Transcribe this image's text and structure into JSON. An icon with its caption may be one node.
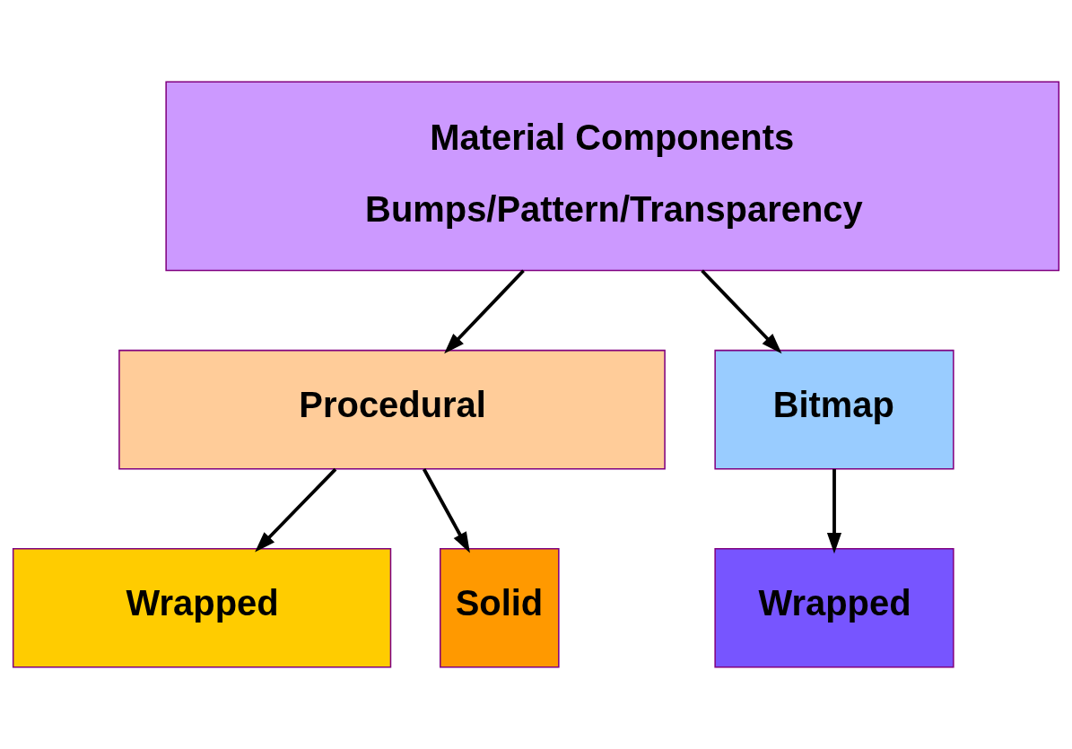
{
  "diagram": {
    "nodes": [
      {
        "text": [
          "Material Components",
          "Bumps/Pattern/Transparency"
        ]
      },
      {
        "text": [
          "Procedural"
        ]
      },
      {
        "text": [
          "Bitmap"
        ]
      },
      {
        "text": [
          "Wrapped"
        ]
      },
      {
        "text": [
          "Solid"
        ]
      },
      {
        "text": [
          "Wrapped"
        ]
      }
    ],
    "edges": [
      {
        "from": 0,
        "to": 1,
        "arrow": "to"
      },
      {
        "from": 0,
        "to": 2,
        "arrow": "to"
      },
      {
        "from": 1,
        "to": 3,
        "arrow": "to"
      },
      {
        "from": 1,
        "to": 4,
        "arrow": "to"
      },
      {
        "from": 2,
        "to": 5,
        "arrow": "to"
      }
    ]
  }
}
